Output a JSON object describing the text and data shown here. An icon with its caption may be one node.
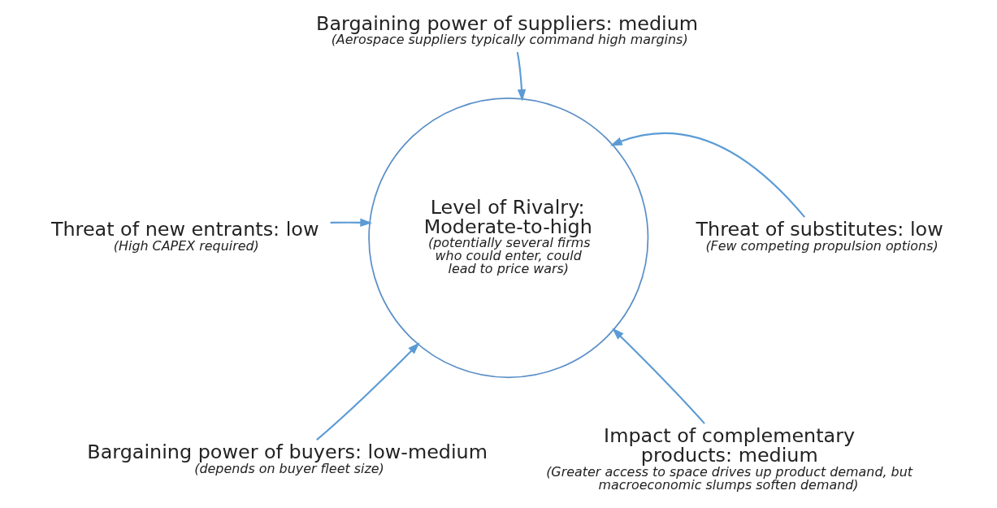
{
  "diagram": {
    "nodes": [
      {
        "text": [
          "Bargaining power of suppliers: medium",
          "(Aerospace suppliers typically command high margins)"
        ]
      },
      {
        "text": [
          "Threat of new entrants: low",
          "(High CAPEX required)"
        ]
      },
      {
        "text": [
          "Level of Rivalry: Moderate-to-high",
          "(potentially several firms who could enter, could lead to price wars)"
        ]
      },
      {
        "text": [
          "Threat of substitutes: low",
          "(Few competing propulsion options)"
        ]
      },
      {
        "text": [
          "Impact of complementary products: medium",
          "(Greater access to space drives up product demand, but macroeconomic slumps soften demand)"
        ]
      },
      {
        "text": [
          "Bargaining power of buyers: low-medium",
          "(depends on buyer fleet size)"
        ]
      }
    ],
    "edges": [
      {
        "from": 0,
        "to": 2,
        "arrow": "to"
      },
      {
        "from": 1,
        "to": 2,
        "arrow": "to"
      },
      {
        "from": 3,
        "to": 2,
        "arrow": "to"
      },
      {
        "from": 4,
        "to": 2,
        "arrow": "to"
      },
      {
        "from": 5,
        "to": 2,
        "arrow": "to"
      }
    ]
  }
}
